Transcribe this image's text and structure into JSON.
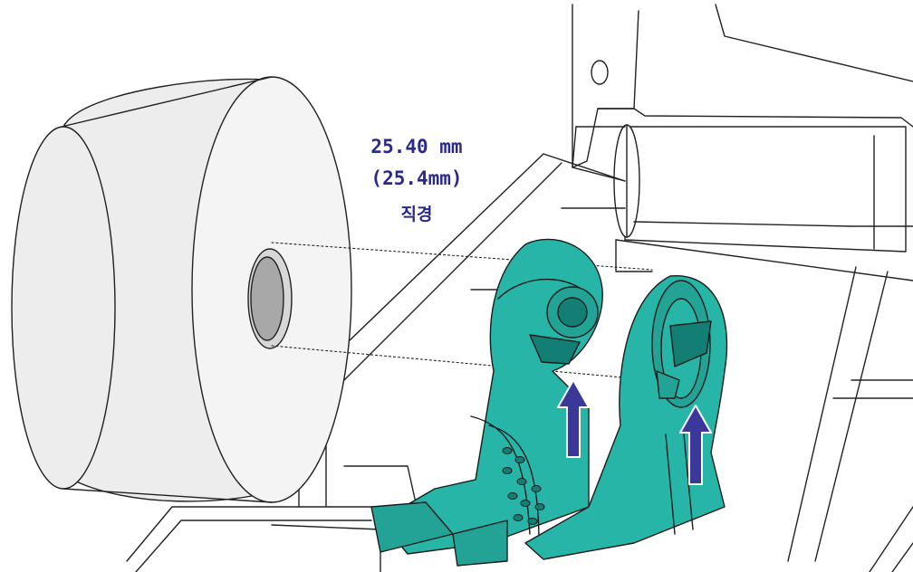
{
  "diameter_label": {
    "line1": "25.40 mm",
    "line2": "(25.4mm)",
    "line3": "직경"
  },
  "colors": {
    "holder": "#27b5a8",
    "holder_dark": "#137e74",
    "arrow": "#3a3899",
    "label": "#2b2a8c"
  }
}
